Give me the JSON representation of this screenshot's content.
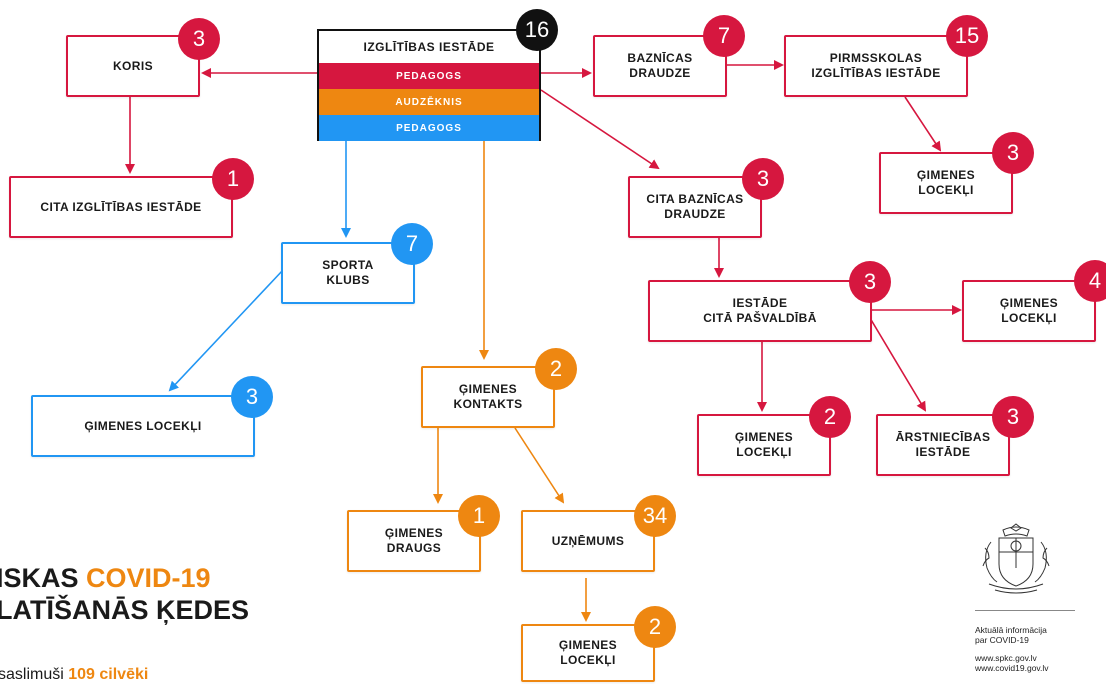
{
  "colors": {
    "red": "#d6173f",
    "orange": "#ee8711",
    "blue": "#2196f3",
    "black": "#111111"
  },
  "hub": {
    "title": "IZGLĪTĪBAS IESTĀDE",
    "count": "16",
    "rows": [
      {
        "label": "PEDAGOGS",
        "color": "red"
      },
      {
        "label": "AUDZĒKNIS",
        "color": "orange"
      },
      {
        "label": "PEDAGOGS",
        "color": "blue"
      }
    ]
  },
  "nodes": {
    "koris": {
      "label": "KORIS",
      "count": "3"
    },
    "cita_izglitibas": {
      "label": "CITA IZGLĪTĪBAS IESTĀDE",
      "count": "1"
    },
    "sporta_klubs": {
      "label": "SPORTA\nKLUBS",
      "count": "7"
    },
    "gimenes_locekli_blue": {
      "label": "ĢIMENES LOCEKĻI",
      "count": "3"
    },
    "gimenes_kontakts": {
      "label": "ĢIMENES\nKONTAKTS",
      "count": "2"
    },
    "gimenes_draugs": {
      "label": "ĢIMENES\nDRAUGS",
      "count": "1"
    },
    "uznemums": {
      "label": "UZŅĒMUMS",
      "count": "34"
    },
    "gimenes_locekli_orange": {
      "label": "ĢIMENES\nLOCEKĻI",
      "count": "2"
    },
    "baznicas_draudze": {
      "label": "BAZNĪCAS\nDRAUDZE",
      "count": "7"
    },
    "pirmsskolas": {
      "label": "PIRMSSKOLAS\nIZGLĪTĪBAS IESTĀDE",
      "count": "15"
    },
    "gimenes_locekli_pirms": {
      "label": "ĢIMENES\nLOCEKĻI",
      "count": "3"
    },
    "cita_baznicas": {
      "label": "CITA BAZNĪCAS\nDRAUDZE",
      "count": "3"
    },
    "iestade_cita": {
      "label": "IESTĀDE\nCITĀ PAŠVALDĪBĀ",
      "count": "3"
    },
    "gimenes_locekli_right": {
      "label": "ĢIMENES\nLOCEKĻI",
      "count": "4"
    },
    "gimenes_locekli_iest": {
      "label": "ĢIMENES\nLOCEKĻI",
      "count": "2"
    },
    "arstniecibas": {
      "label": "ĀRSTNIECĪBAS\nIESTĀDE",
      "count": "3"
    }
  },
  "title": {
    "line1_prefix": "ISKAS ",
    "line1_accent": "COVID-19",
    "line2": "LATĪŠANĀS ĶEDES"
  },
  "subtitle": {
    "prefix": "saslimuši ",
    "accent": "109 cilvēki"
  },
  "info": {
    "text": "Aktuālā informācija\npar COVID-19",
    "site1": "www.spkc.gov.lv",
    "site2": "www.covid19.gov.lv"
  }
}
